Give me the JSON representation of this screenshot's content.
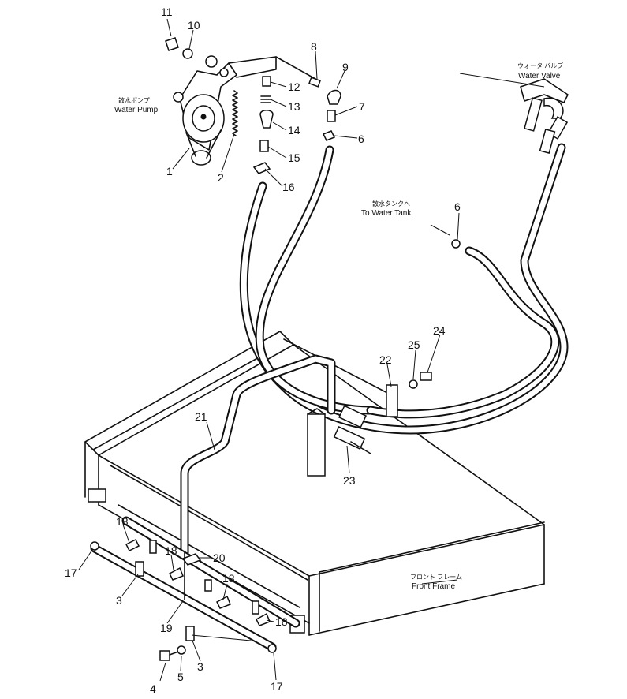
{
  "labels": {
    "water_pump_jp": "散水ポンプ",
    "water_pump_en": "Water Pump",
    "water_valve_jp": "ウォータ バルブ",
    "water_valve_en": "Water Valve",
    "water_tank_jp": "散水タンクへ",
    "water_tank_en": "To Water Tank",
    "front_frame_jp": "フロント フレーム",
    "front_frame_en": "Front Frame"
  },
  "callouts": {
    "n1": "1",
    "n2": "2",
    "n3a": "3",
    "n3b": "3",
    "n4": "4",
    "n5": "5",
    "n6a": "6",
    "n6b": "6",
    "n7": "7",
    "n8": "8",
    "n9": "9",
    "n10": "10",
    "n11": "11",
    "n12": "12",
    "n13": "13",
    "n14": "14",
    "n15": "15",
    "n16": "16",
    "n17a": "17",
    "n17b": "17",
    "n18a": "18",
    "n18b": "18",
    "n18c": "18",
    "n18d": "18",
    "n19": "19",
    "n20": "20",
    "n21": "21",
    "n22": "22",
    "n23": "23",
    "n24": "24",
    "n25": "25"
  }
}
